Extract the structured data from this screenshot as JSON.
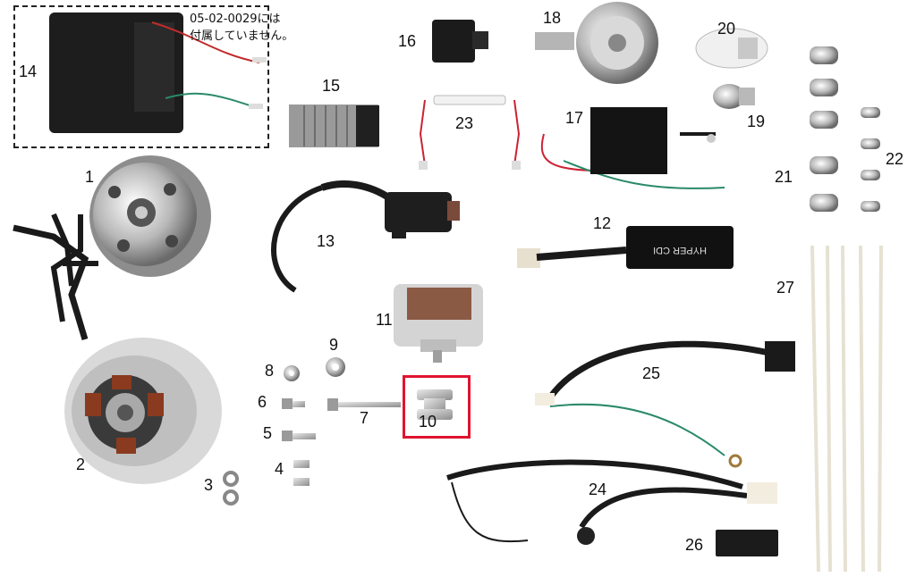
{
  "note": {
    "line1": "05-02-0029には",
    "line2": "付属していません。"
  },
  "labels": {
    "n1": "1",
    "n2": "2",
    "n3": "3",
    "n4": "4",
    "n5": "5",
    "n6": "6",
    "n7": "7",
    "n8": "8",
    "n9": "9",
    "n10": "10",
    "n11": "11",
    "n12": "12",
    "n13": "13",
    "n14": "14",
    "n15": "15",
    "n16": "16",
    "n17": "17",
    "n18": "18",
    "n19": "19",
    "n20": "20",
    "n21": "21",
    "n22": "22",
    "n23": "23",
    "n24": "24",
    "n25": "25",
    "n26": "26",
    "n27": "27"
  },
  "parts_text": {
    "cdi_label": "HYPER CDI"
  },
  "highlight": {
    "part": "10",
    "color": "#e0142f"
  }
}
